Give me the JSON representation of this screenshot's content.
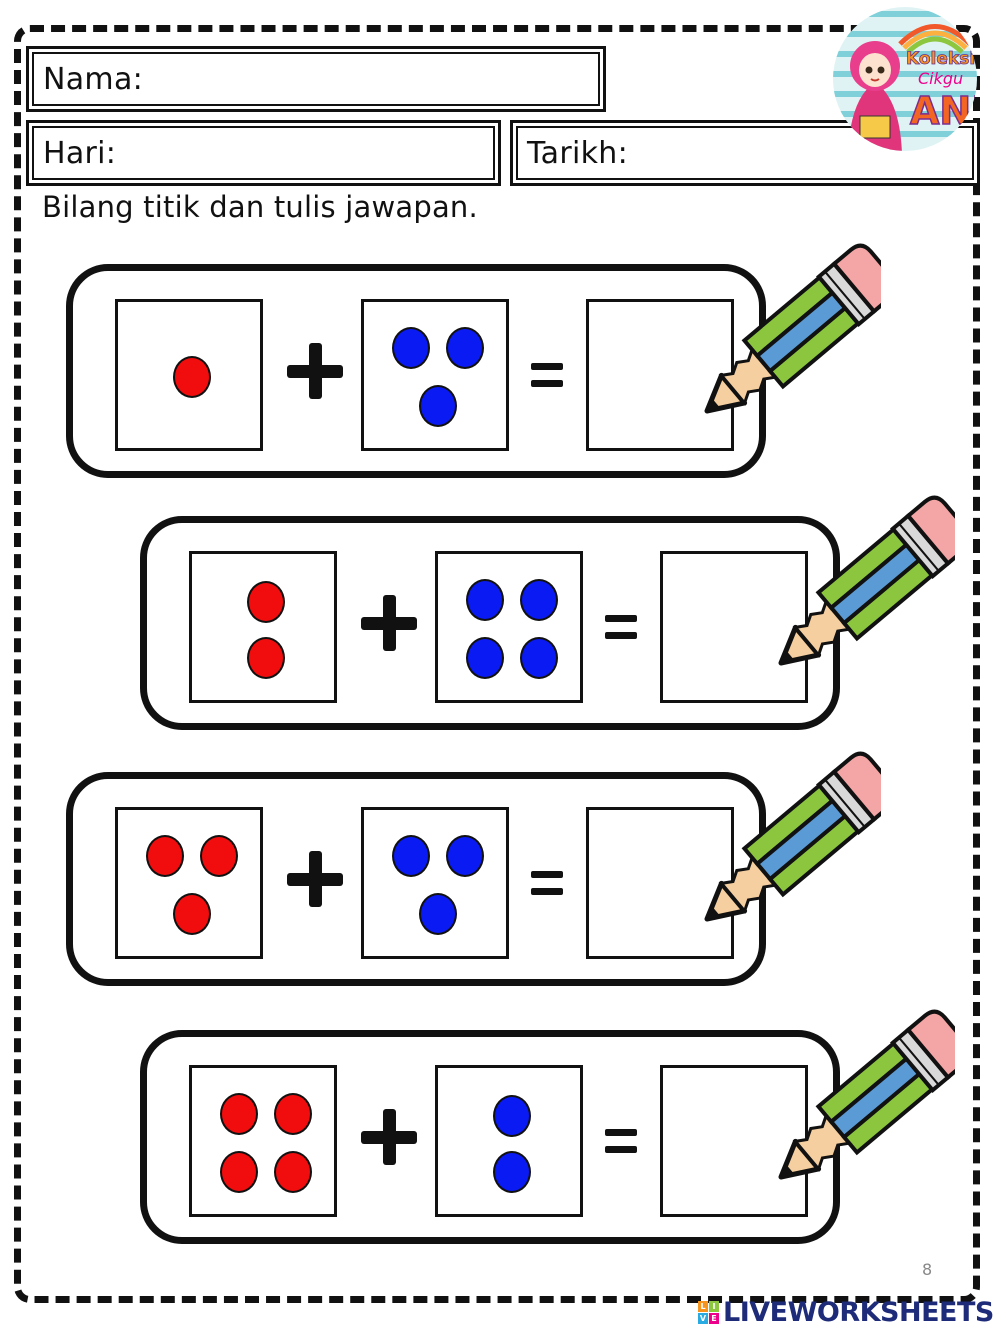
{
  "header": {
    "nama_label": "Nama:",
    "hari_label": "Hari:",
    "tarikh_label": "Tarikh:"
  },
  "logo": {
    "icon": "girl-avatar-logo",
    "text_line1": "Koleksi",
    "text_line2": "Cikgu",
    "text_line3": "ANR"
  },
  "instruction": "Bilang titik dan tulis jawapan.",
  "symbols": {
    "plus": "+",
    "equals": "="
  },
  "problems": [
    {
      "red_dots": 1,
      "blue_dots": 3,
      "answer": ""
    },
    {
      "red_dots": 2,
      "blue_dots": 4,
      "answer": ""
    },
    {
      "red_dots": 3,
      "blue_dots": 3,
      "answer": ""
    },
    {
      "red_dots": 4,
      "blue_dots": 2,
      "answer": ""
    }
  ],
  "colors": {
    "red_dot": "#f10d0d",
    "blue_dot": "#0a1af2",
    "pencil_green": "#8cc63f",
    "pencil_blue": "#5b9bd5",
    "pencil_eraser": "#f4a6a6"
  },
  "footer": {
    "page_number": "8",
    "brand_text": "LIVEWORKSHEETS",
    "brand_badge": [
      "L",
      "I",
      "V",
      "E"
    ]
  }
}
